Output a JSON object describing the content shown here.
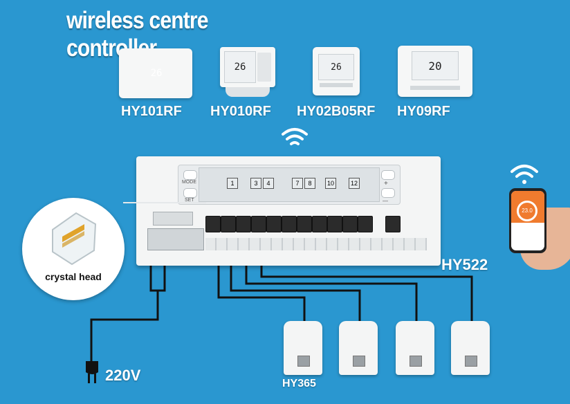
{
  "title": "wireless centre controller",
  "thermostats": [
    {
      "model": "HY101RF",
      "temp": "26"
    },
    {
      "model": "HY010RF",
      "temp": "26"
    },
    {
      "model": "HY02B05RF",
      "temp": "26"
    },
    {
      "model": "HY09RF",
      "temp": "20"
    }
  ],
  "hub": {
    "model": "HY522",
    "mode_label": "MODE",
    "set_label": "SET",
    "plus": "+",
    "minus": "—",
    "zones": [
      "1",
      "3",
      "4",
      "7",
      "8",
      "10",
      "12"
    ]
  },
  "connector_label": "crystal head",
  "actuator_model": "HY365",
  "power_label": "220V",
  "phone_temp": "23.0",
  "colors": {
    "background": "#2a97d0",
    "accent": "#f07b2e"
  }
}
